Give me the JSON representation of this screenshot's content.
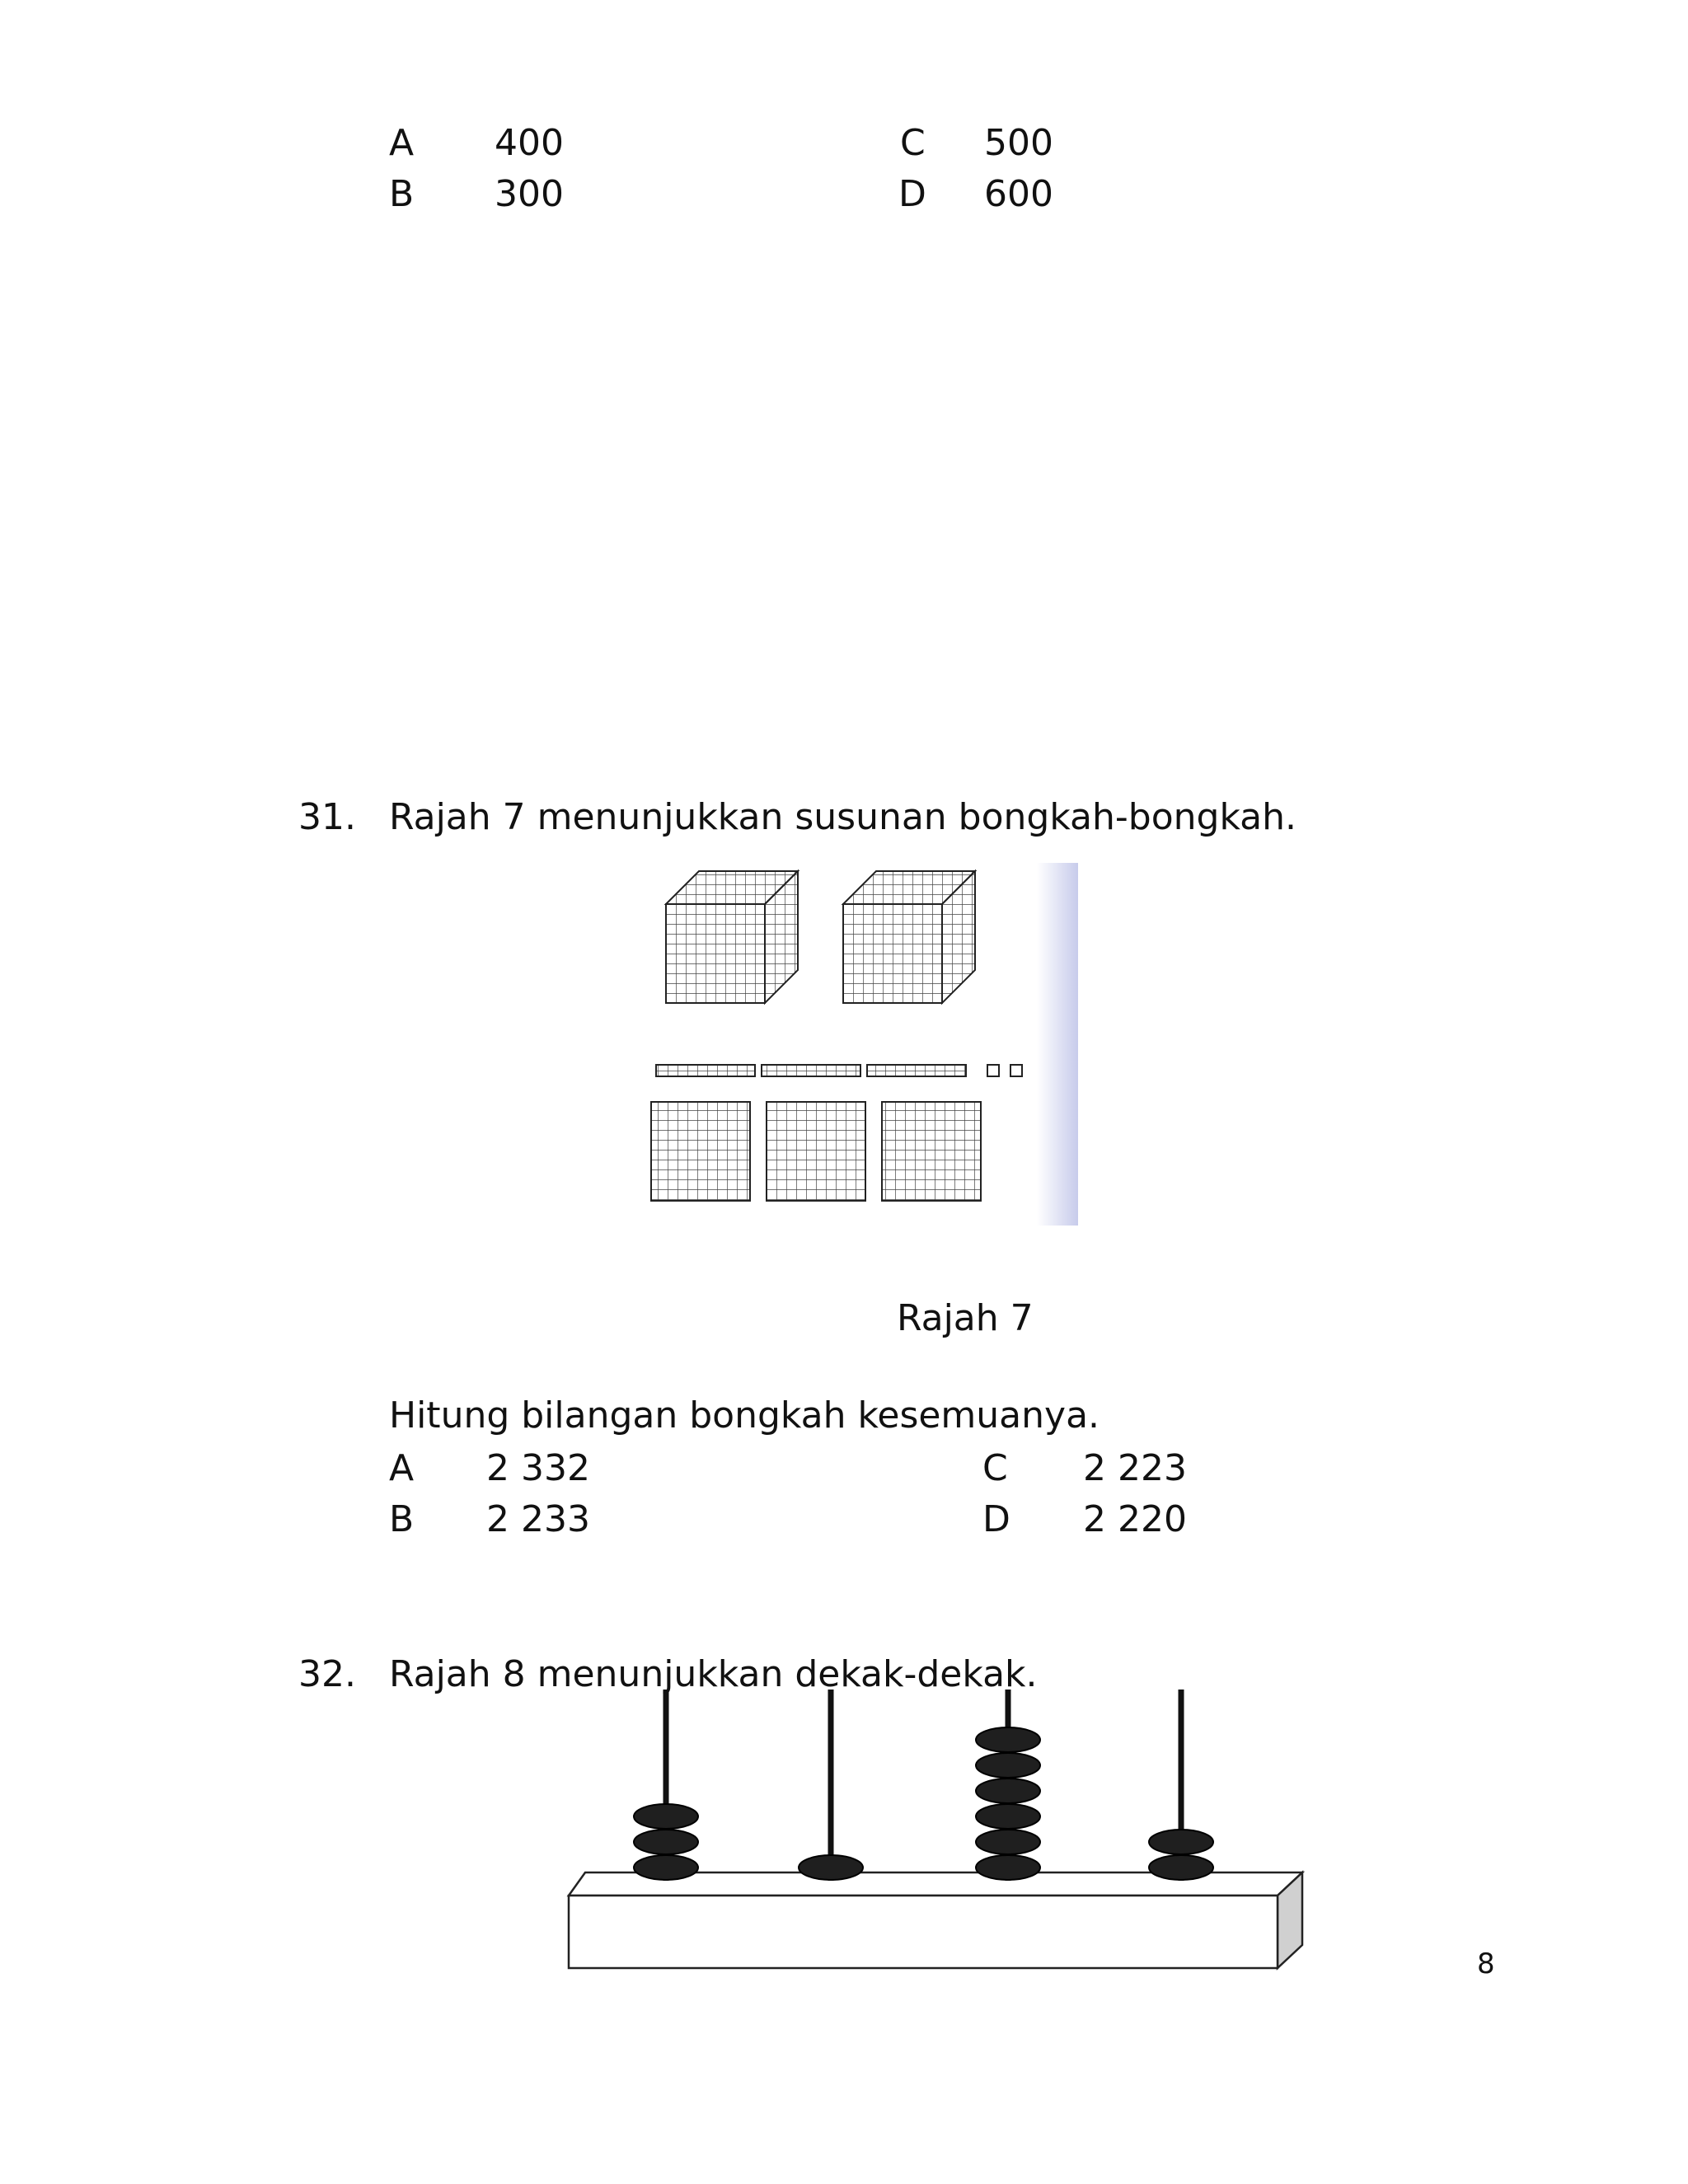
{
  "q30_options": {
    "a_letter": "A",
    "a_value": "400",
    "b_letter": "B",
    "b_value": "300",
    "c_letter": "C",
    "c_value": "500",
    "d_letter": "D",
    "d_value": "600"
  },
  "q31": {
    "number": "31.",
    "text": "Rajah 7 menunjukkan susunan bongkah-bongkah.",
    "figure_caption": "Rajah 7",
    "instruction": "Hitung bilangan bongkah kesemuanya.",
    "a_letter": "A",
    "a_value": "2 332",
    "b_letter": "B",
    "b_value": "2 233",
    "c_letter": "C",
    "c_value": "2 223",
    "d_letter": "D",
    "d_value": "2 220",
    "blocks": {
      "thousands": 2,
      "hundreds": 3,
      "tens": 3,
      "ones": 2
    }
  },
  "q32": {
    "number": "32.",
    "text": "Rajah 8 menunjukkan dekak-dekak.",
    "abacus_beads": [
      3,
      1,
      6,
      2
    ]
  },
  "page_number": "8"
}
